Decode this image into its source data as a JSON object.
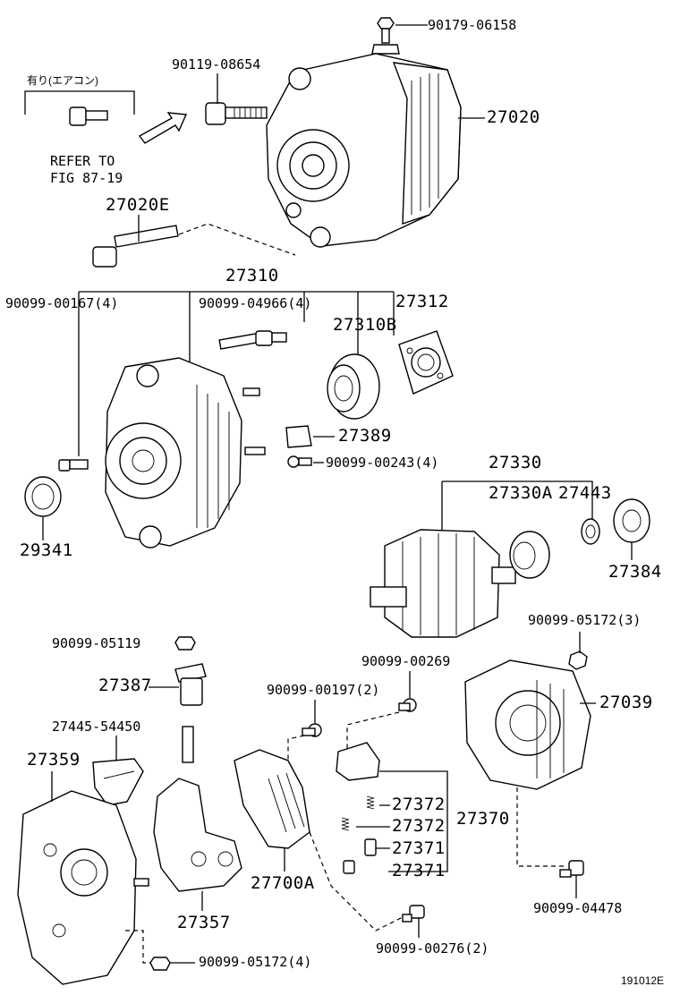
{
  "labels": {
    "p90179_06158": "90179-06158",
    "p90119_08654": "90119-08654",
    "ariaircon": "有り(エアコン)",
    "refer_to": "REFER TO",
    "fig_ref": "FIG 87-19",
    "p27020": "27020",
    "p27020E": "27020E",
    "p27310": "27310",
    "p90099_00167": "90099-00167(4)",
    "p90099_04966": "90099-04966(4)",
    "p27312": "27312",
    "p27310B": "27310B",
    "p27389": "27389",
    "p90099_00243": "90099-00243(4)",
    "p27330": "27330",
    "p27330A": "27330A",
    "p27443": "27443",
    "p29341": "29341",
    "p27384": "27384",
    "p90099_05172_3": "90099-05172(3)",
    "p90099_05119": "90099-05119",
    "p90099_00269": "90099-00269",
    "p27387": "27387",
    "p90099_00197": "90099-00197(2)",
    "p27039": "27039",
    "p27445_54450": "27445-54450",
    "p27359": "27359",
    "p27372a": "27372",
    "p27372b": "27372",
    "p27370": "27370",
    "p27371a": "27371",
    "p27371b": "27371",
    "p27700A": "27700A",
    "p27357": "27357",
    "p90099_04478": "90099-04478",
    "p90099_00276": "90099-00276(2)",
    "p90099_05172_4": "90099-05172(4)",
    "drawing_id": "191012E"
  }
}
